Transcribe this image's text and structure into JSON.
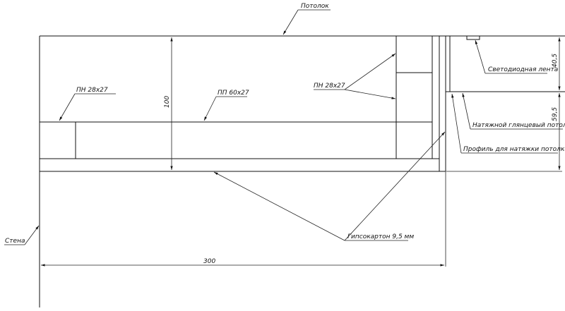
{
  "labels": {
    "ceiling": "Потолок",
    "led_strip": "Светодиодная лента",
    "dim_40_5": "40,5",
    "dim_59_5": "59,5",
    "dim_100": "100",
    "dim_300": "300",
    "pn_left": "ПН 28х27",
    "pp": "ПП 60х27",
    "pn_right": "ПН 28х27",
    "stretch_ceiling": "Натяжной глянцевый потолок",
    "profile": "Профиль для натяжки потолка",
    "wall": "Стена",
    "drywall": "Гипсокартон 9,5 мм"
  },
  "colors": {
    "line": "#111111",
    "background": "#ffffff"
  }
}
